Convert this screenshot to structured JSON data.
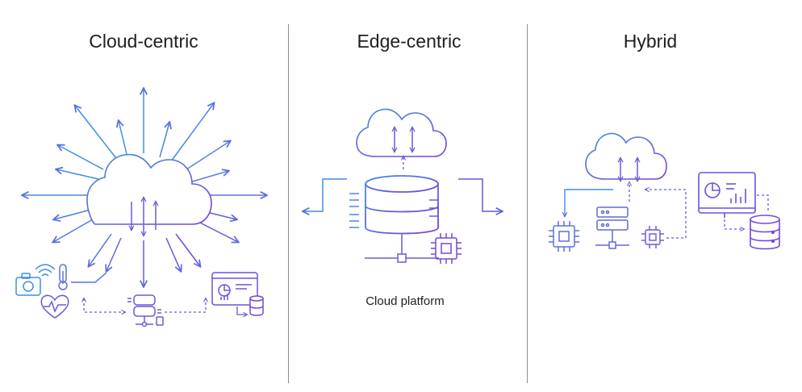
{
  "panels": [
    {
      "title": "Cloud-centric"
    },
    {
      "title": "Edge-centric",
      "caption": "Cloud platform"
    },
    {
      "title": "Hybrid"
    }
  ],
  "colors": {
    "blue": "#3f8fe0",
    "violet": "#7b3fd6",
    "divider": "#8d8d8d",
    "text": "#1f1f1f"
  }
}
